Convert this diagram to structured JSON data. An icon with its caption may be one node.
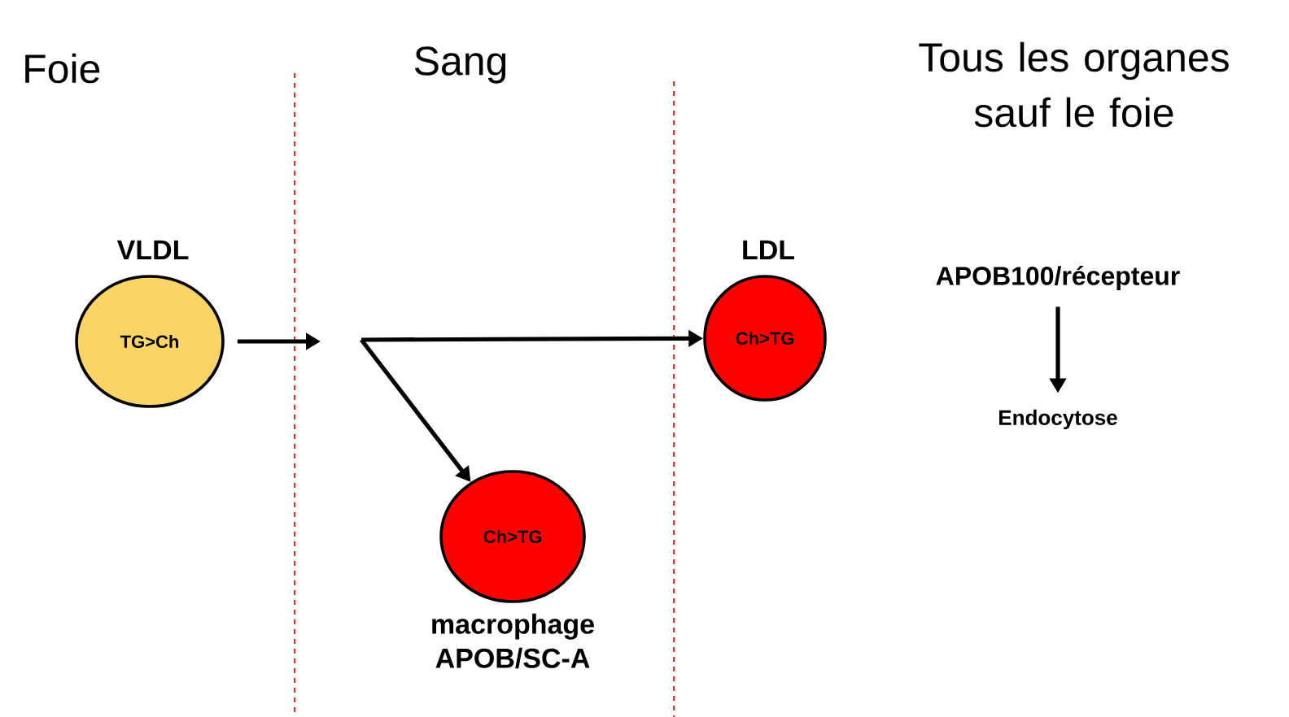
{
  "diagram": {
    "nodes": [
      {
        "text": [
          "VLDL",
          "TG>Ch"
        ]
      },
      {
        "text": [
          "LDL",
          "Ch>TG"
        ]
      },
      {
        "text": [
          "Ch>TG",
          "macrophage APOB/SC-A"
        ]
      },
      {
        "text": [
          "APOB100/récepteur"
        ]
      },
      {
        "text": [
          "Endocytose"
        ]
      }
    ],
    "edges": [
      {
        "from": 0,
        "to": null,
        "arrow": "to"
      },
      {
        "from": null,
        "to": 1,
        "arrow": "to"
      },
      {
        "from": null,
        "to": 2,
        "arrow": "to"
      },
      {
        "from": 3,
        "to": 4,
        "arrow": "to"
      }
    ],
    "labels": [
      "Foie",
      "Sang",
      "Tous les organes sauf le foie"
    ]
  }
}
